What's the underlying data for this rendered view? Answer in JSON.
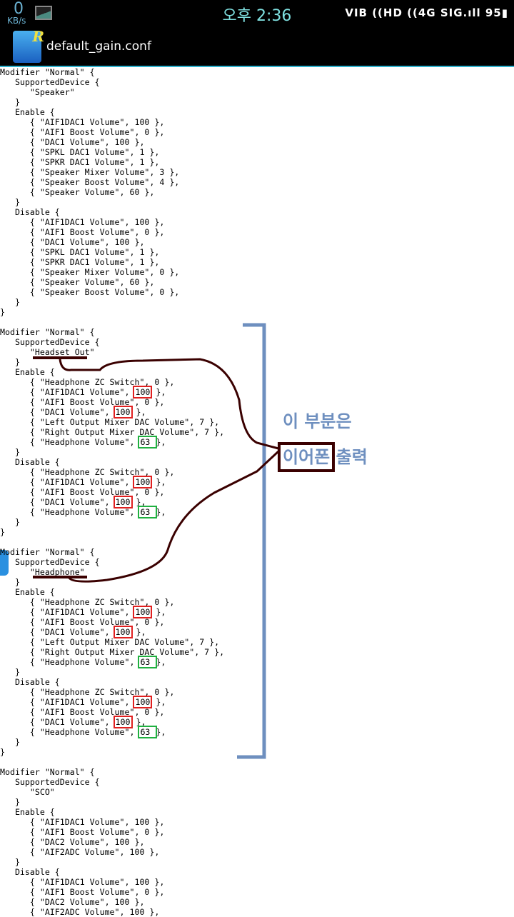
{
  "status_bar": {
    "speed_value": "0",
    "speed_unit": "KB/s",
    "time": "오후 2:36",
    "system_icons": "VIB ((HD ((4G SIG.ıll 95▮",
    "battery": "95"
  },
  "title_bar": {
    "app_icon_letter": "R",
    "title": "default_gain.conf"
  },
  "annotation": {
    "note_line1": "이 부분은",
    "note_highlight": "이어폰",
    "note_rest": "출력"
  },
  "colors": {
    "bracket": "#6e8fbf",
    "pen": "#3a0000",
    "red_box": "#e02020",
    "green_box": "#20b040"
  },
  "code_lines": [
    {
      "t": "Modifier \"Normal\" {"
    },
    {
      "t": "   SupportedDevice {"
    },
    {
      "t": "      \"Speaker\""
    },
    {
      "t": "   }"
    },
    {
      "t": "   Enable {"
    },
    {
      "t": "      { \"AIF1DAC1 Volume\", 100 },"
    },
    {
      "t": "      { \"AIF1 Boost Volume\", 0 },"
    },
    {
      "t": "      { \"DAC1 Volume\", 100 },"
    },
    {
      "t": "      { \"SPKL DAC1 Volume\", 1 },"
    },
    {
      "t": "      { \"SPKR DAC1 Volume\", 1 },"
    },
    {
      "t": "      { \"Speaker Mixer Volume\", 3 },"
    },
    {
      "t": "      { \"Speaker Boost Volume\", 4 },"
    },
    {
      "t": "      { \"Speaker Volume\", 60 },"
    },
    {
      "t": "   }"
    },
    {
      "t": "   Disable {"
    },
    {
      "t": "      { \"AIF1DAC1 Volume\", 100 },"
    },
    {
      "t": "      { \"AIF1 Boost Volume\", 0 },"
    },
    {
      "t": "      { \"DAC1 Volume\", 100 },"
    },
    {
      "t": "      { \"SPKL DAC1 Volume\", 1 },"
    },
    {
      "t": "      { \"SPKR DAC1 Volume\", 1 },"
    },
    {
      "t": "      { \"Speaker Mixer Volume\", 0 },"
    },
    {
      "t": "      { \"Speaker Volume\", 60 },"
    },
    {
      "t": "      { \"Speaker Boost Volume\", 0 },"
    },
    {
      "t": "   }"
    },
    {
      "t": "}"
    },
    {
      "t": ""
    },
    {
      "t": "Modifier \"Normal\" {"
    },
    {
      "t": "   SupportedDevice {"
    },
    {
      "t": "      \"Headset Out\""
    },
    {
      "t": "   }"
    },
    {
      "t": "   Enable {"
    },
    {
      "t": "      { \"Headphone ZC Switch\", 0 },"
    },
    {
      "t": "      { \"AIF1DAC1 Volume\", ",
      "box": "100",
      "c": "red",
      "post": " },"
    },
    {
      "t": "      { \"AIF1 Boost Volume\", 0 },"
    },
    {
      "t": "      { \"DAC1 Volume\", ",
      "box": "100",
      "c": "red",
      "post": " },"
    },
    {
      "t": "      { \"Left Output Mixer DAC Volume\", 7 },"
    },
    {
      "t": "      { \"Right Output Mixer DAC Volume\", 7 },"
    },
    {
      "t": "      { \"Headphone Volume\", ",
      "box": "63 ",
      "c": "green",
      "post": "},"
    },
    {
      "t": "   }"
    },
    {
      "t": "   Disable {"
    },
    {
      "t": "      { \"Headphone ZC Switch\", 0 },"
    },
    {
      "t": "      { \"AIF1DAC1 Volume\", ",
      "box": "100",
      "c": "red",
      "post": " },"
    },
    {
      "t": "      { \"AIF1 Boost Volume\", 0 },"
    },
    {
      "t": "      { \"DAC1 Volume\", ",
      "box": "100",
      "c": "red",
      "post": " },"
    },
    {
      "t": "      { \"Headphone Volume\", ",
      "box": "63 ",
      "c": "green",
      "post": "},"
    },
    {
      "t": "   }"
    },
    {
      "t": "}"
    },
    {
      "t": ""
    },
    {
      "t": "Modifier \"Normal\" {"
    },
    {
      "t": "   SupportedDevice {"
    },
    {
      "t": "      \"Headphone\""
    },
    {
      "t": "   }"
    },
    {
      "t": "   Enable {"
    },
    {
      "t": "      { \"Headphone ZC Switch\", 0 },"
    },
    {
      "t": "      { \"AIF1DAC1 Volume\", ",
      "box": "100",
      "c": "red",
      "post": " },"
    },
    {
      "t": "      { \"AIF1 Boost Volume\", 0 },"
    },
    {
      "t": "      { \"DAC1 Volume\", ",
      "box": "100",
      "c": "red",
      "post": " },"
    },
    {
      "t": "      { \"Left Output Mixer DAC Volume\", 7 },"
    },
    {
      "t": "      { \"Right Output Mixer DAC Volume\", 7 },"
    },
    {
      "t": "      { \"Headphone Volume\", ",
      "box": "63 ",
      "c": "green",
      "post": "},"
    },
    {
      "t": "   }"
    },
    {
      "t": "   Disable {"
    },
    {
      "t": "      { \"Headphone ZC Switch\", 0 },"
    },
    {
      "t": "      { \"AIF1DAC1 Volume\", ",
      "box": "100",
      "c": "red",
      "post": " },"
    },
    {
      "t": "      { \"AIF1 Boost Volume\", 0 },"
    },
    {
      "t": "      { \"DAC1 Volume\", ",
      "box": "100",
      "c": "red",
      "post": " },"
    },
    {
      "t": "      { \"Headphone Volume\", ",
      "box": "63 ",
      "c": "green",
      "post": "},"
    },
    {
      "t": "   }"
    },
    {
      "t": "}"
    },
    {
      "t": ""
    },
    {
      "t": "Modifier \"Normal\" {"
    },
    {
      "t": "   SupportedDevice {"
    },
    {
      "t": "      \"SCO\""
    },
    {
      "t": "   }"
    },
    {
      "t": "   Enable {"
    },
    {
      "t": "      { \"AIF1DAC1 Volume\", 100 },"
    },
    {
      "t": "      { \"AIF1 Boost Volume\", 0 },"
    },
    {
      "t": "      { \"DAC2 Volume\", 100 },"
    },
    {
      "t": "      { \"AIF2ADC Volume\", 100 },"
    },
    {
      "t": "   }"
    },
    {
      "t": "   Disable {"
    },
    {
      "t": "      { \"AIF1DAC1 Volume\", 100 },"
    },
    {
      "t": "      { \"AIF1 Boost Volume\", 0 },"
    },
    {
      "t": "      { \"DAC2 Volume\", 100 },"
    },
    {
      "t": "      { \"AIF2ADC Volume\", 100 },"
    }
  ]
}
